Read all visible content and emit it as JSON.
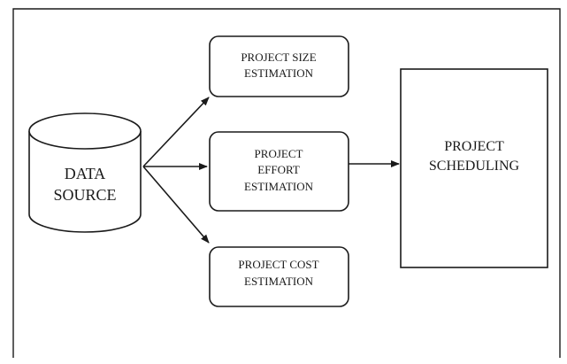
{
  "diagram": {
    "nodes": {
      "data_source": {
        "lines": [
          "DATA",
          "SOURCE"
        ]
      },
      "size_estimation": {
        "lines": [
          "PROJECT SIZE",
          "ESTIMATION"
        ]
      },
      "effort_estimation": {
        "lines": [
          "PROJECT",
          "EFFORT",
          "ESTIMATION"
        ]
      },
      "cost_estimation": {
        "lines": [
          "PROJECT COST",
          "ESTIMATION"
        ]
      },
      "scheduling": {
        "lines": [
          "PROJECT",
          "SCHEDULING"
        ]
      }
    },
    "edges": [
      {
        "from": "data_source",
        "to": "size_estimation"
      },
      {
        "from": "data_source",
        "to": "effort_estimation"
      },
      {
        "from": "data_source",
        "to": "cost_estimation"
      },
      {
        "from": "effort_estimation",
        "to": "scheduling"
      }
    ]
  }
}
